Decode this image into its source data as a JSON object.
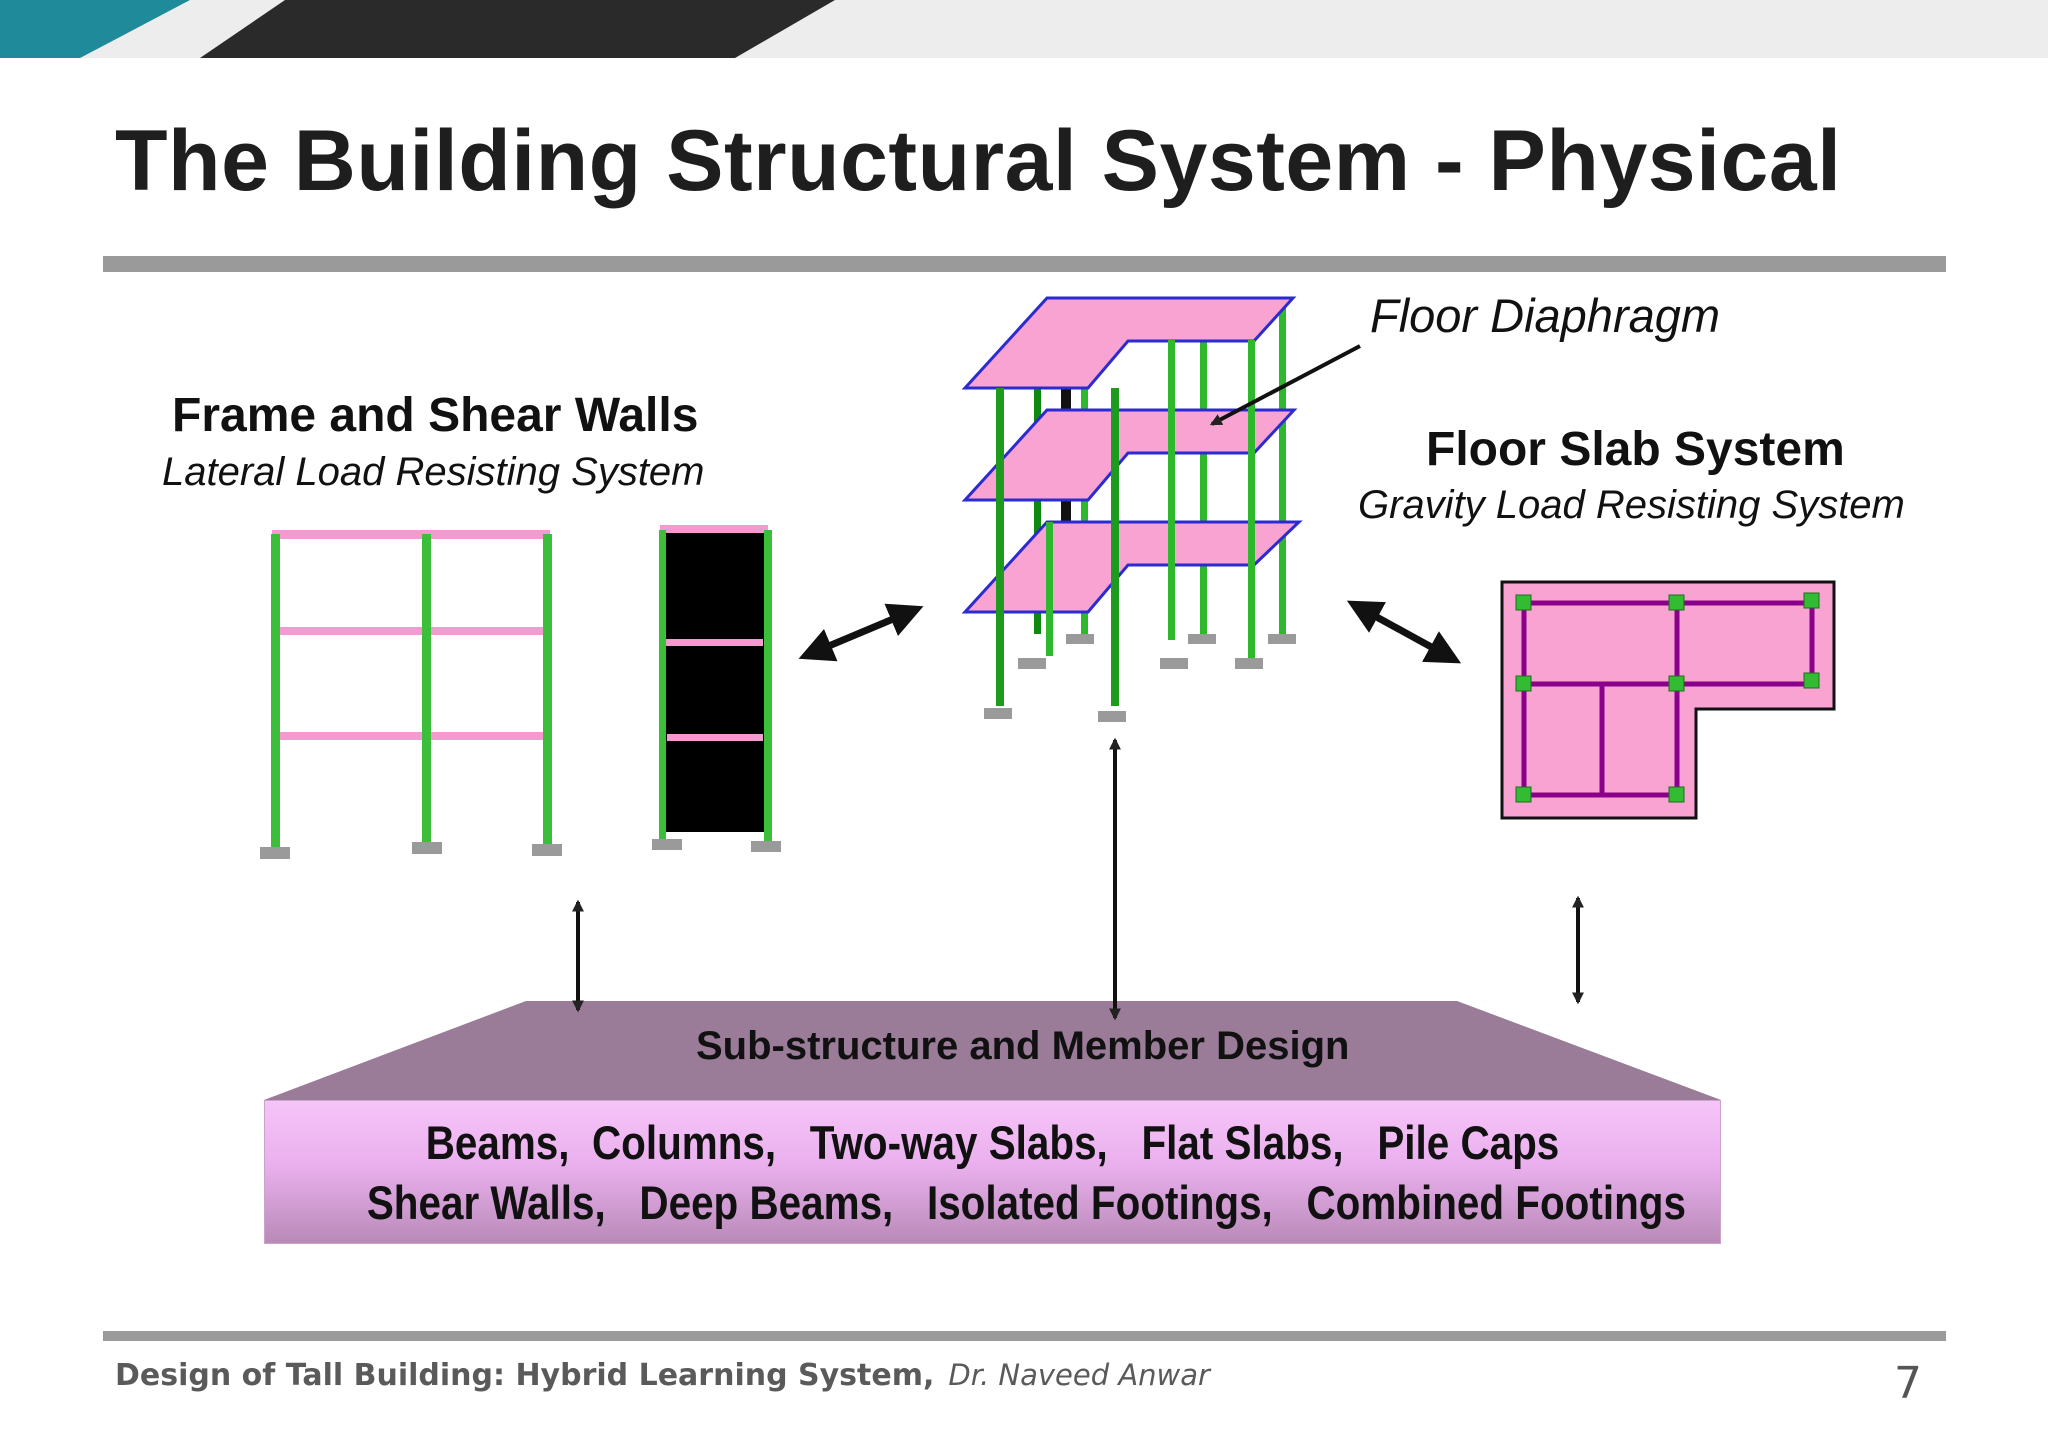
{
  "slide": {
    "title": "The Building Structural System - Physical",
    "page_number": "7"
  },
  "frame_group": {
    "title": "Frame and Shear Walls",
    "subtitle": "Lateral Load Resisting System"
  },
  "slab_group": {
    "title": "Floor Slab System",
    "subtitle": "Gravity Load Resisting System"
  },
  "building_3d": {
    "callout": "Floor Diaphragm"
  },
  "substructure": {
    "title": "Sub-structure and Member Design",
    "members_line1": "Beams,  Columns,   Two-way Slabs,   Flat Slabs,   Pile Caps",
    "members_line2": "Shear Walls,   Deep Beams,   Isolated Footings,   Combined Footings"
  },
  "footer": {
    "course": "Design of Tall Building: Hybrid Learning System,",
    "author": "Dr. Naveed Anwar"
  },
  "colors": {
    "column_green": "#3bbf3b",
    "beam_pink": "#f59ad0",
    "slab_pink": "#f9a3d3",
    "slab_outline": "#2b2bd0",
    "shear_wall": "#000000",
    "base_plate": "#9a9a9a",
    "grid_purple": "#8b008b",
    "node_green": "#33bb33",
    "trapezoid": "#9a7b98",
    "rule_gray": "#9a9a9a",
    "topbar_teal": "#1f8a99",
    "topbar_dark": "#2a2a2a"
  },
  "icons": [
    "double-headed-arrow",
    "callout-arrow"
  ]
}
